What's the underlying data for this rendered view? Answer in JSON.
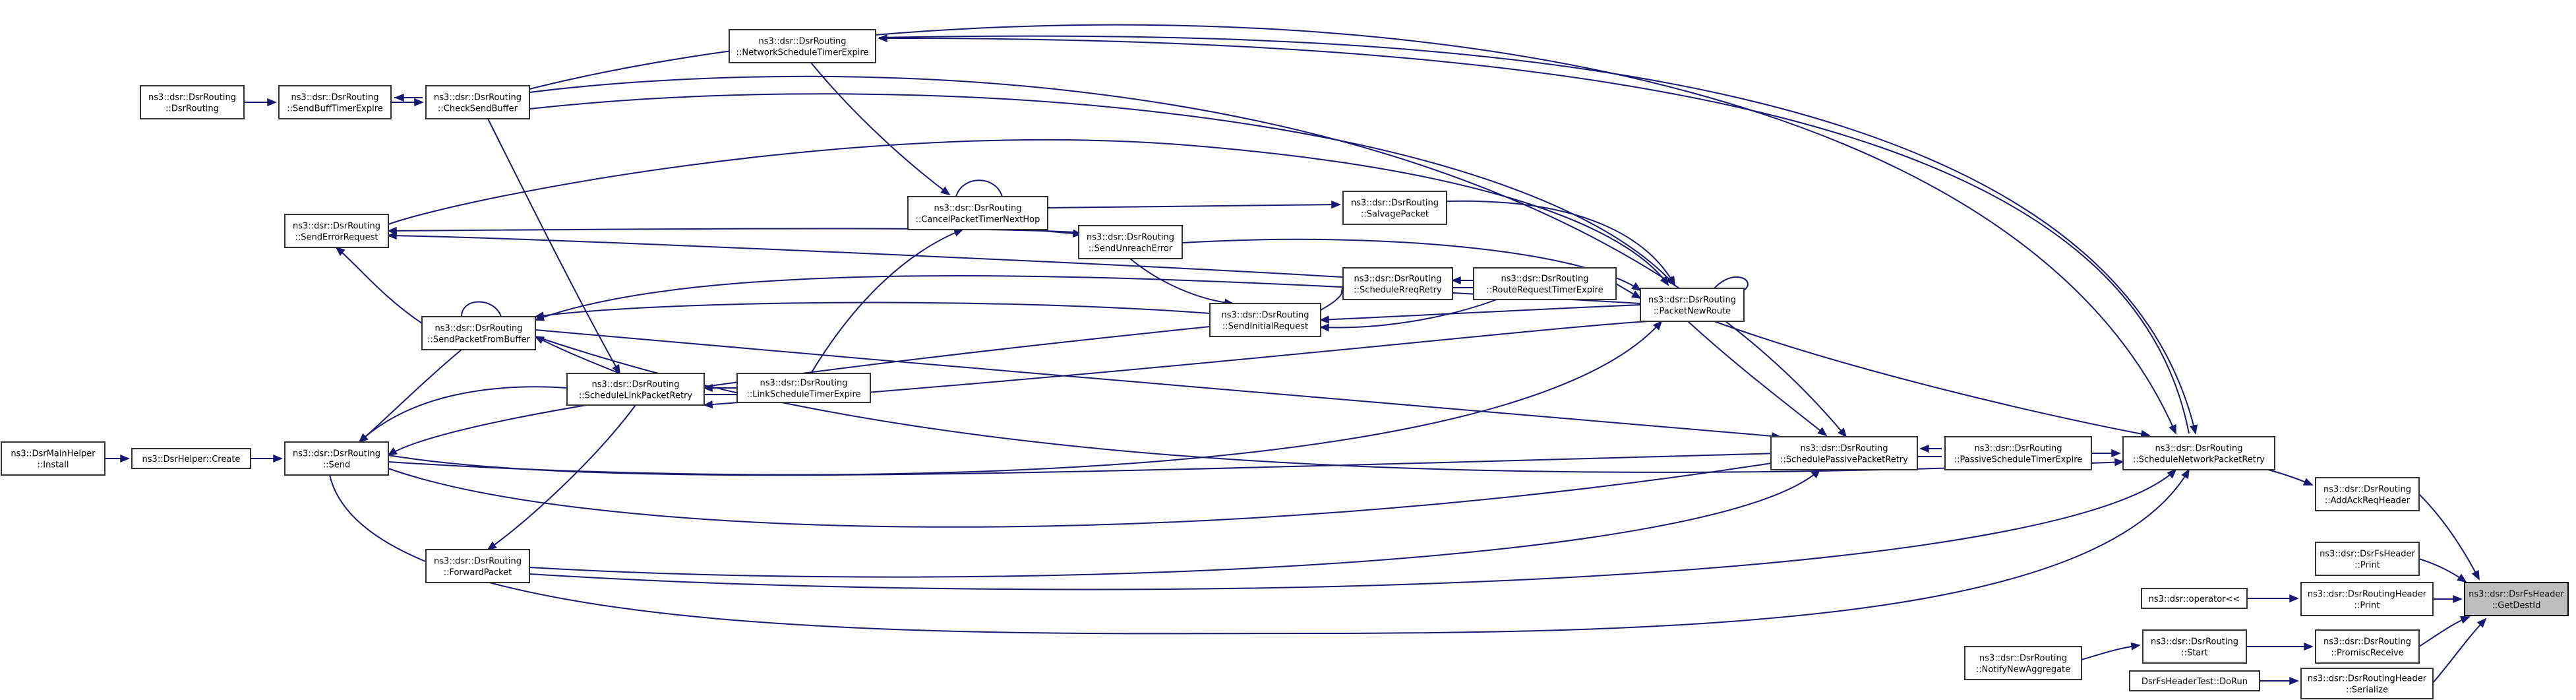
{
  "graph": {
    "colors": {
      "edge": "#191970",
      "node_border": "#333333",
      "highlight_fill": "#bfbfbf",
      "background": "#ffffff"
    },
    "nodes": [
      {
        "id": "getdestid",
        "lines": [
          "ns3::dsr::DsrFsHeader",
          "::GetDestId"
        ],
        "highlight": true
      },
      {
        "id": "addackreq",
        "lines": [
          "ns3::dsr::DsrRouting",
          "::AddAckReqHeader"
        ]
      },
      {
        "id": "fsprint",
        "lines": [
          "ns3::dsr::DsrFsHeader",
          "::Print"
        ]
      },
      {
        "id": "rhprint",
        "lines": [
          "ns3::dsr::DsrRoutingHeader",
          "::Print"
        ]
      },
      {
        "id": "promisc",
        "lines": [
          "ns3::dsr::DsrRouting",
          "::PromiscReceive"
        ]
      },
      {
        "id": "serialize",
        "lines": [
          "ns3::dsr::DsrRoutingHeader",
          "::Serialize"
        ]
      },
      {
        "id": "operator",
        "lines": [
          "ns3::dsr::operator<<"
        ]
      },
      {
        "id": "start",
        "lines": [
          "ns3::dsr::DsrRouting",
          "::Start"
        ]
      },
      {
        "id": "notify",
        "lines": [
          "ns3::dsr::DsrRouting",
          "::NotifyNewAggregate"
        ]
      },
      {
        "id": "dorun",
        "lines": [
          "DsrFsHeaderTest::DoRun"
        ]
      },
      {
        "id": "schednet",
        "lines": [
          "ns3::dsr::DsrRouting",
          "::ScheduleNetworkPacketRetry"
        ]
      },
      {
        "id": "passivetimer",
        "lines": [
          "ns3::dsr::DsrRouting",
          "::PassiveScheduleTimerExpire"
        ]
      },
      {
        "id": "schedpassive",
        "lines": [
          "ns3::dsr::DsrRouting",
          "::SchedulePassivePacketRetry"
        ]
      },
      {
        "id": "packetnew",
        "lines": [
          "ns3::dsr::DsrRouting",
          "::PacketNewRoute"
        ]
      },
      {
        "id": "rreqtimer",
        "lines": [
          "ns3::dsr::DsrRouting",
          "::RouteRequestTimerExpire"
        ]
      },
      {
        "id": "schedrreq",
        "lines": [
          "ns3::dsr::DsrRouting",
          "::ScheduleRreqRetry"
        ]
      },
      {
        "id": "salvage",
        "lines": [
          "ns3::dsr::DsrRouting",
          "::SalvagePacket"
        ]
      },
      {
        "id": "sendunreach",
        "lines": [
          "ns3::dsr::DsrRouting",
          "::SendUnreachError"
        ]
      },
      {
        "id": "cancel",
        "lines": [
          "ns3::dsr::DsrRouting",
          "::CancelPacketTimerNextHop"
        ]
      },
      {
        "id": "netsched",
        "lines": [
          "ns3::dsr::DsrRouting",
          "::NetworkScheduleTimerExpire"
        ]
      },
      {
        "id": "sendinitial",
        "lines": [
          "ns3::dsr::DsrRouting",
          "::SendInitialRequest"
        ]
      },
      {
        "id": "linktimer",
        "lines": [
          "ns3::dsr::DsrRouting",
          "::LinkScheduleTimerExpire"
        ]
      },
      {
        "id": "schedlink",
        "lines": [
          "ns3::dsr::DsrRouting",
          "::ScheduleLinkPacketRetry"
        ]
      },
      {
        "id": "sendpacketbuf",
        "lines": [
          "ns3::dsr::DsrRouting",
          "::SendPacketFromBuffer"
        ]
      },
      {
        "id": "senderrreq",
        "lines": [
          "ns3::dsr::DsrRouting",
          "::SendErrorRequest"
        ]
      },
      {
        "id": "checksend",
        "lines": [
          "ns3::dsr::DsrRouting",
          "::CheckSendBuffer"
        ]
      },
      {
        "id": "sendbufftimer",
        "lines": [
          "ns3::dsr::DsrRouting",
          "::SendBuffTimerExpire"
        ]
      },
      {
        "id": "dsrrouting",
        "lines": [
          "ns3::dsr::DsrRouting",
          "::DsrRouting"
        ]
      },
      {
        "id": "send",
        "lines": [
          "ns3::dsr::DsrRouting",
          "::Send"
        ]
      },
      {
        "id": "forward",
        "lines": [
          "ns3::dsr::DsrRouting",
          "::ForwardPacket"
        ]
      },
      {
        "id": "helpercreate",
        "lines": [
          "ns3::DsrHelper::Create"
        ]
      },
      {
        "id": "install",
        "lines": [
          "ns3::DsrMainHelper",
          "::Install"
        ]
      }
    ]
  }
}
